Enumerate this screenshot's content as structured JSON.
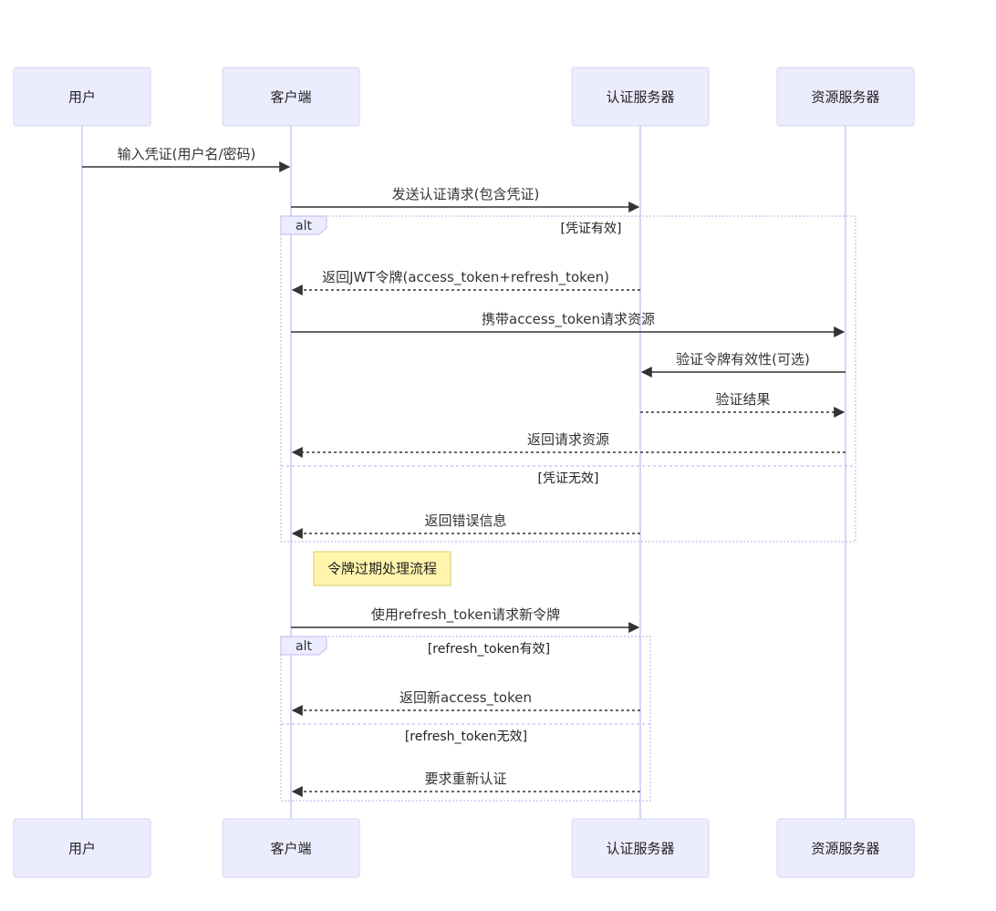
{
  "participants": [
    "用户",
    "客户端",
    "认证服务器",
    "资源服务器"
  ],
  "messages": [
    {
      "from": "用户",
      "to": "客户端",
      "label": "输入凭证(用户名/密码)",
      "dashed": false
    },
    {
      "from": "客户端",
      "to": "认证服务器",
      "label": "发送认证请求(包含凭证)",
      "dashed": false
    },
    {
      "from": "认证服务器",
      "to": "客户端",
      "label": "返回JWT令牌(access_token+refresh_token)",
      "dashed": true
    },
    {
      "from": "客户端",
      "to": "资源服务器",
      "label": "携带access_token请求资源",
      "dashed": false
    },
    {
      "from": "资源服务器",
      "to": "认证服务器",
      "label": "验证令牌有效性(可选)",
      "dashed": false
    },
    {
      "from": "认证服务器",
      "to": "资源服务器",
      "label": "验证结果",
      "dashed": true
    },
    {
      "from": "资源服务器",
      "to": "客户端",
      "label": "返回请求资源",
      "dashed": true
    },
    {
      "from": "认证服务器",
      "to": "客户端",
      "label": "返回错误信息",
      "dashed": true
    },
    {
      "from": "客户端",
      "to": "认证服务器",
      "label": "使用refresh_token请求新令牌",
      "dashed": false
    },
    {
      "from": "认证服务器",
      "to": "客户端",
      "label": "返回新access_token",
      "dashed": true
    },
    {
      "from": "认证服务器",
      "to": "客户端",
      "label": "要求重新认证",
      "dashed": true
    }
  ],
  "alt_blocks": [
    {
      "keyword": "alt",
      "conditions": [
        "[凭证有效]",
        "[凭证无效]"
      ]
    },
    {
      "keyword": "alt",
      "conditions": [
        "[refresh_token有效]",
        "[refresh_token无效]"
      ]
    }
  ],
  "note": "令牌过期处理流程",
  "colors": {
    "actor_fill": "#ececff",
    "actor_border": "#d6d6f2",
    "lifeline": "#c9c9f2",
    "frame": "#c9b9ec",
    "note_fill": "#fff5ad",
    "note_border": "#d8c96a",
    "line": "#333333"
  }
}
